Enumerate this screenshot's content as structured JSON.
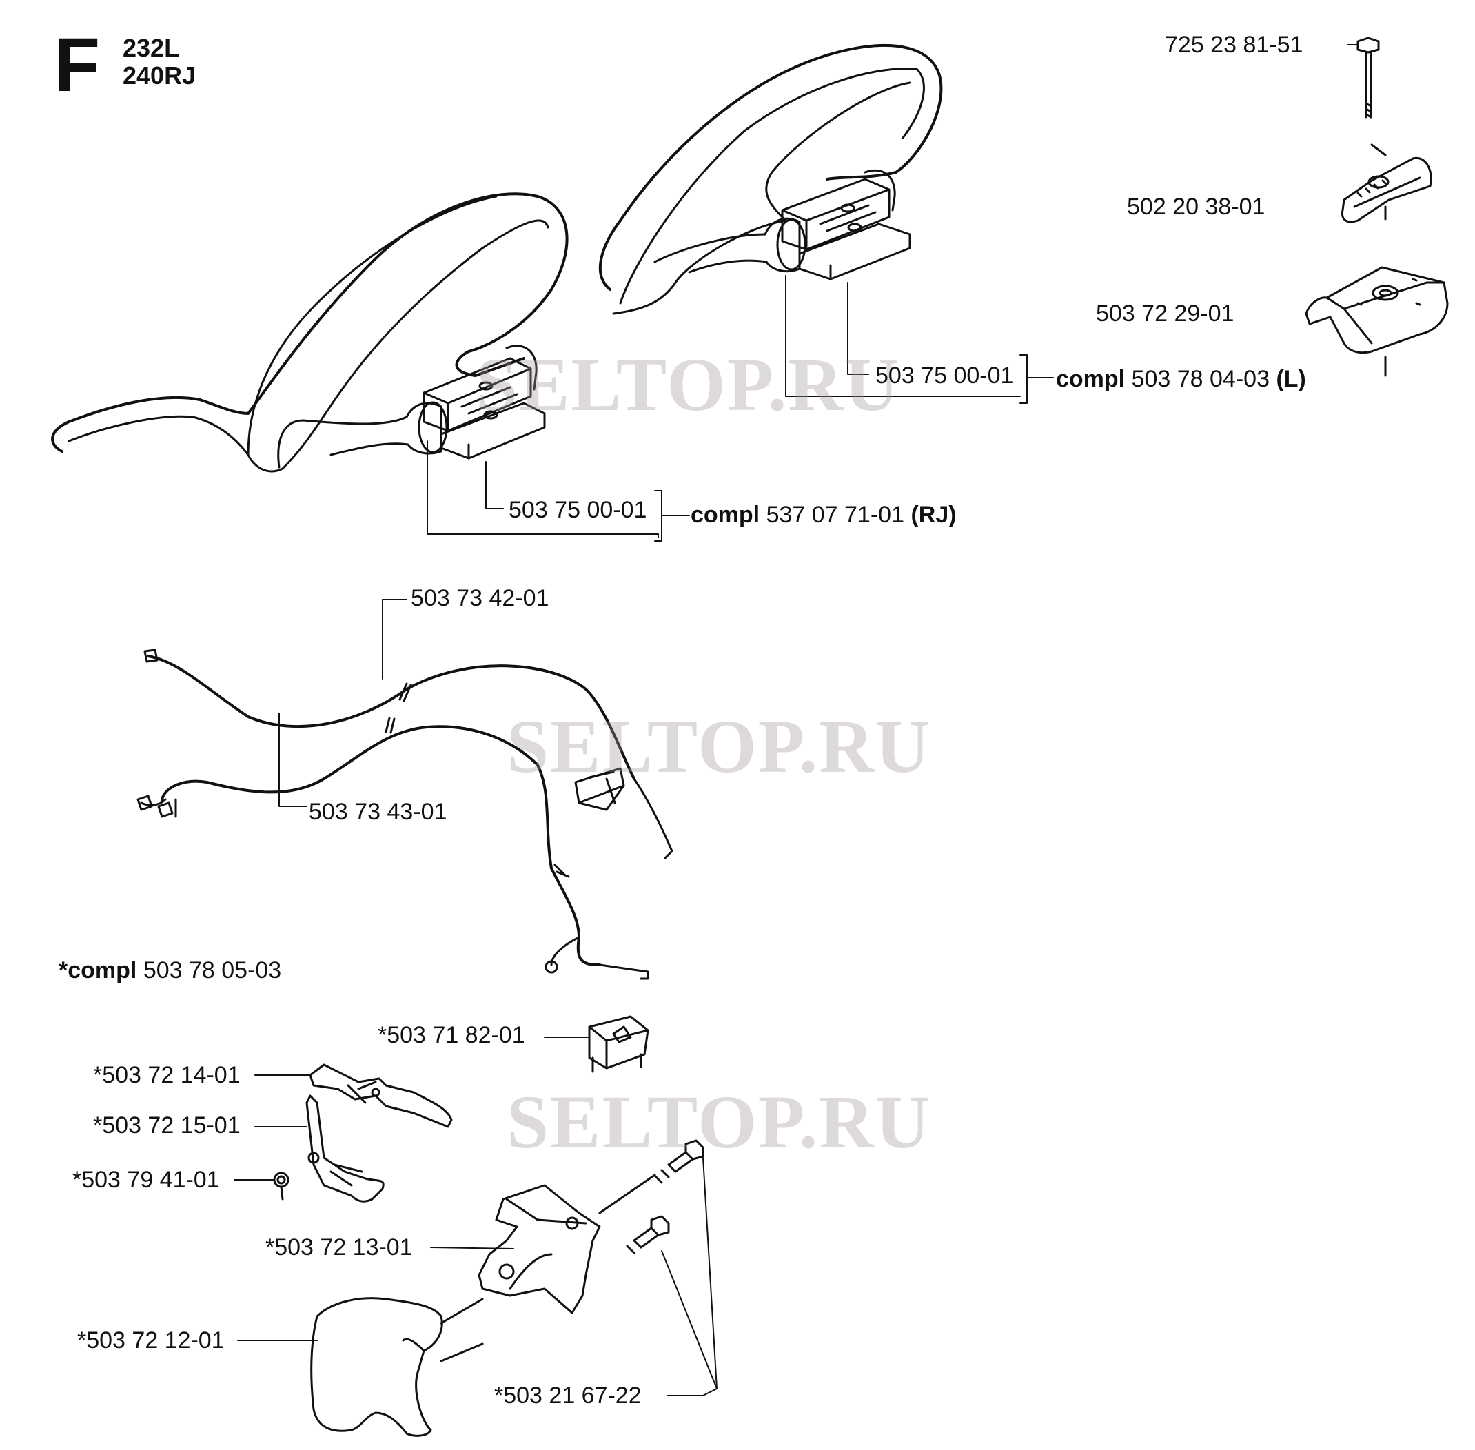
{
  "section": {
    "letter": "F",
    "models": [
      "232L",
      "240RJ"
    ]
  },
  "watermark": "SELTOP.RU",
  "parts": {
    "bolt": "725 23 81-51",
    "wing_nut": "502 20 38-01",
    "clamp_cover": "503 72 29-01",
    "clamp_l": "503 75 00-01",
    "kit_l": {
      "prefix": "compl",
      "number": "503 78 04-03",
      "suffix": "(L)"
    },
    "clamp_rj": "503 75 00-01",
    "kit_rj": {
      "prefix": "compl",
      "number": "537 07 71-01",
      "suffix": "(RJ)"
    },
    "cable_1": "503 73 42-01",
    "cable_2": "503 73 43-01",
    "kit_handle": {
      "prefix": "*compl",
      "number": "503 78 05-03"
    },
    "stop_switch": "*503 71 82-01",
    "throttle_trigger": "*503 72 14-01",
    "throttle_lockout": "*503 72 15-01",
    "spring": "*503 79 41-01",
    "handle_half_right": "*503 72 13-01",
    "handle_half_left": "*503 72 12-01",
    "screws": "*503 21 67-22"
  }
}
